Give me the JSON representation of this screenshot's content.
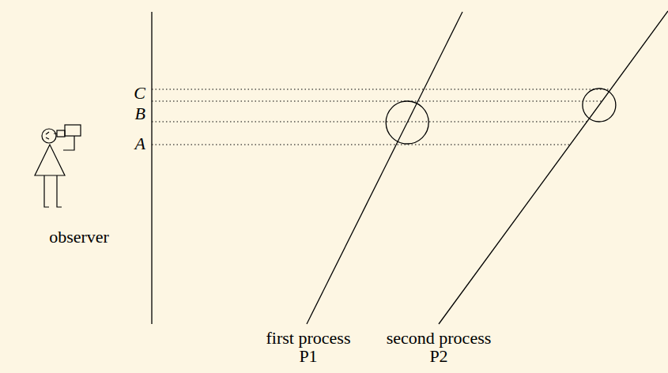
{
  "diagram": {
    "labels": [
      "C",
      "B",
      "A",
      "observer",
      "first process",
      "P1",
      "second process",
      "P2"
    ]
  }
}
